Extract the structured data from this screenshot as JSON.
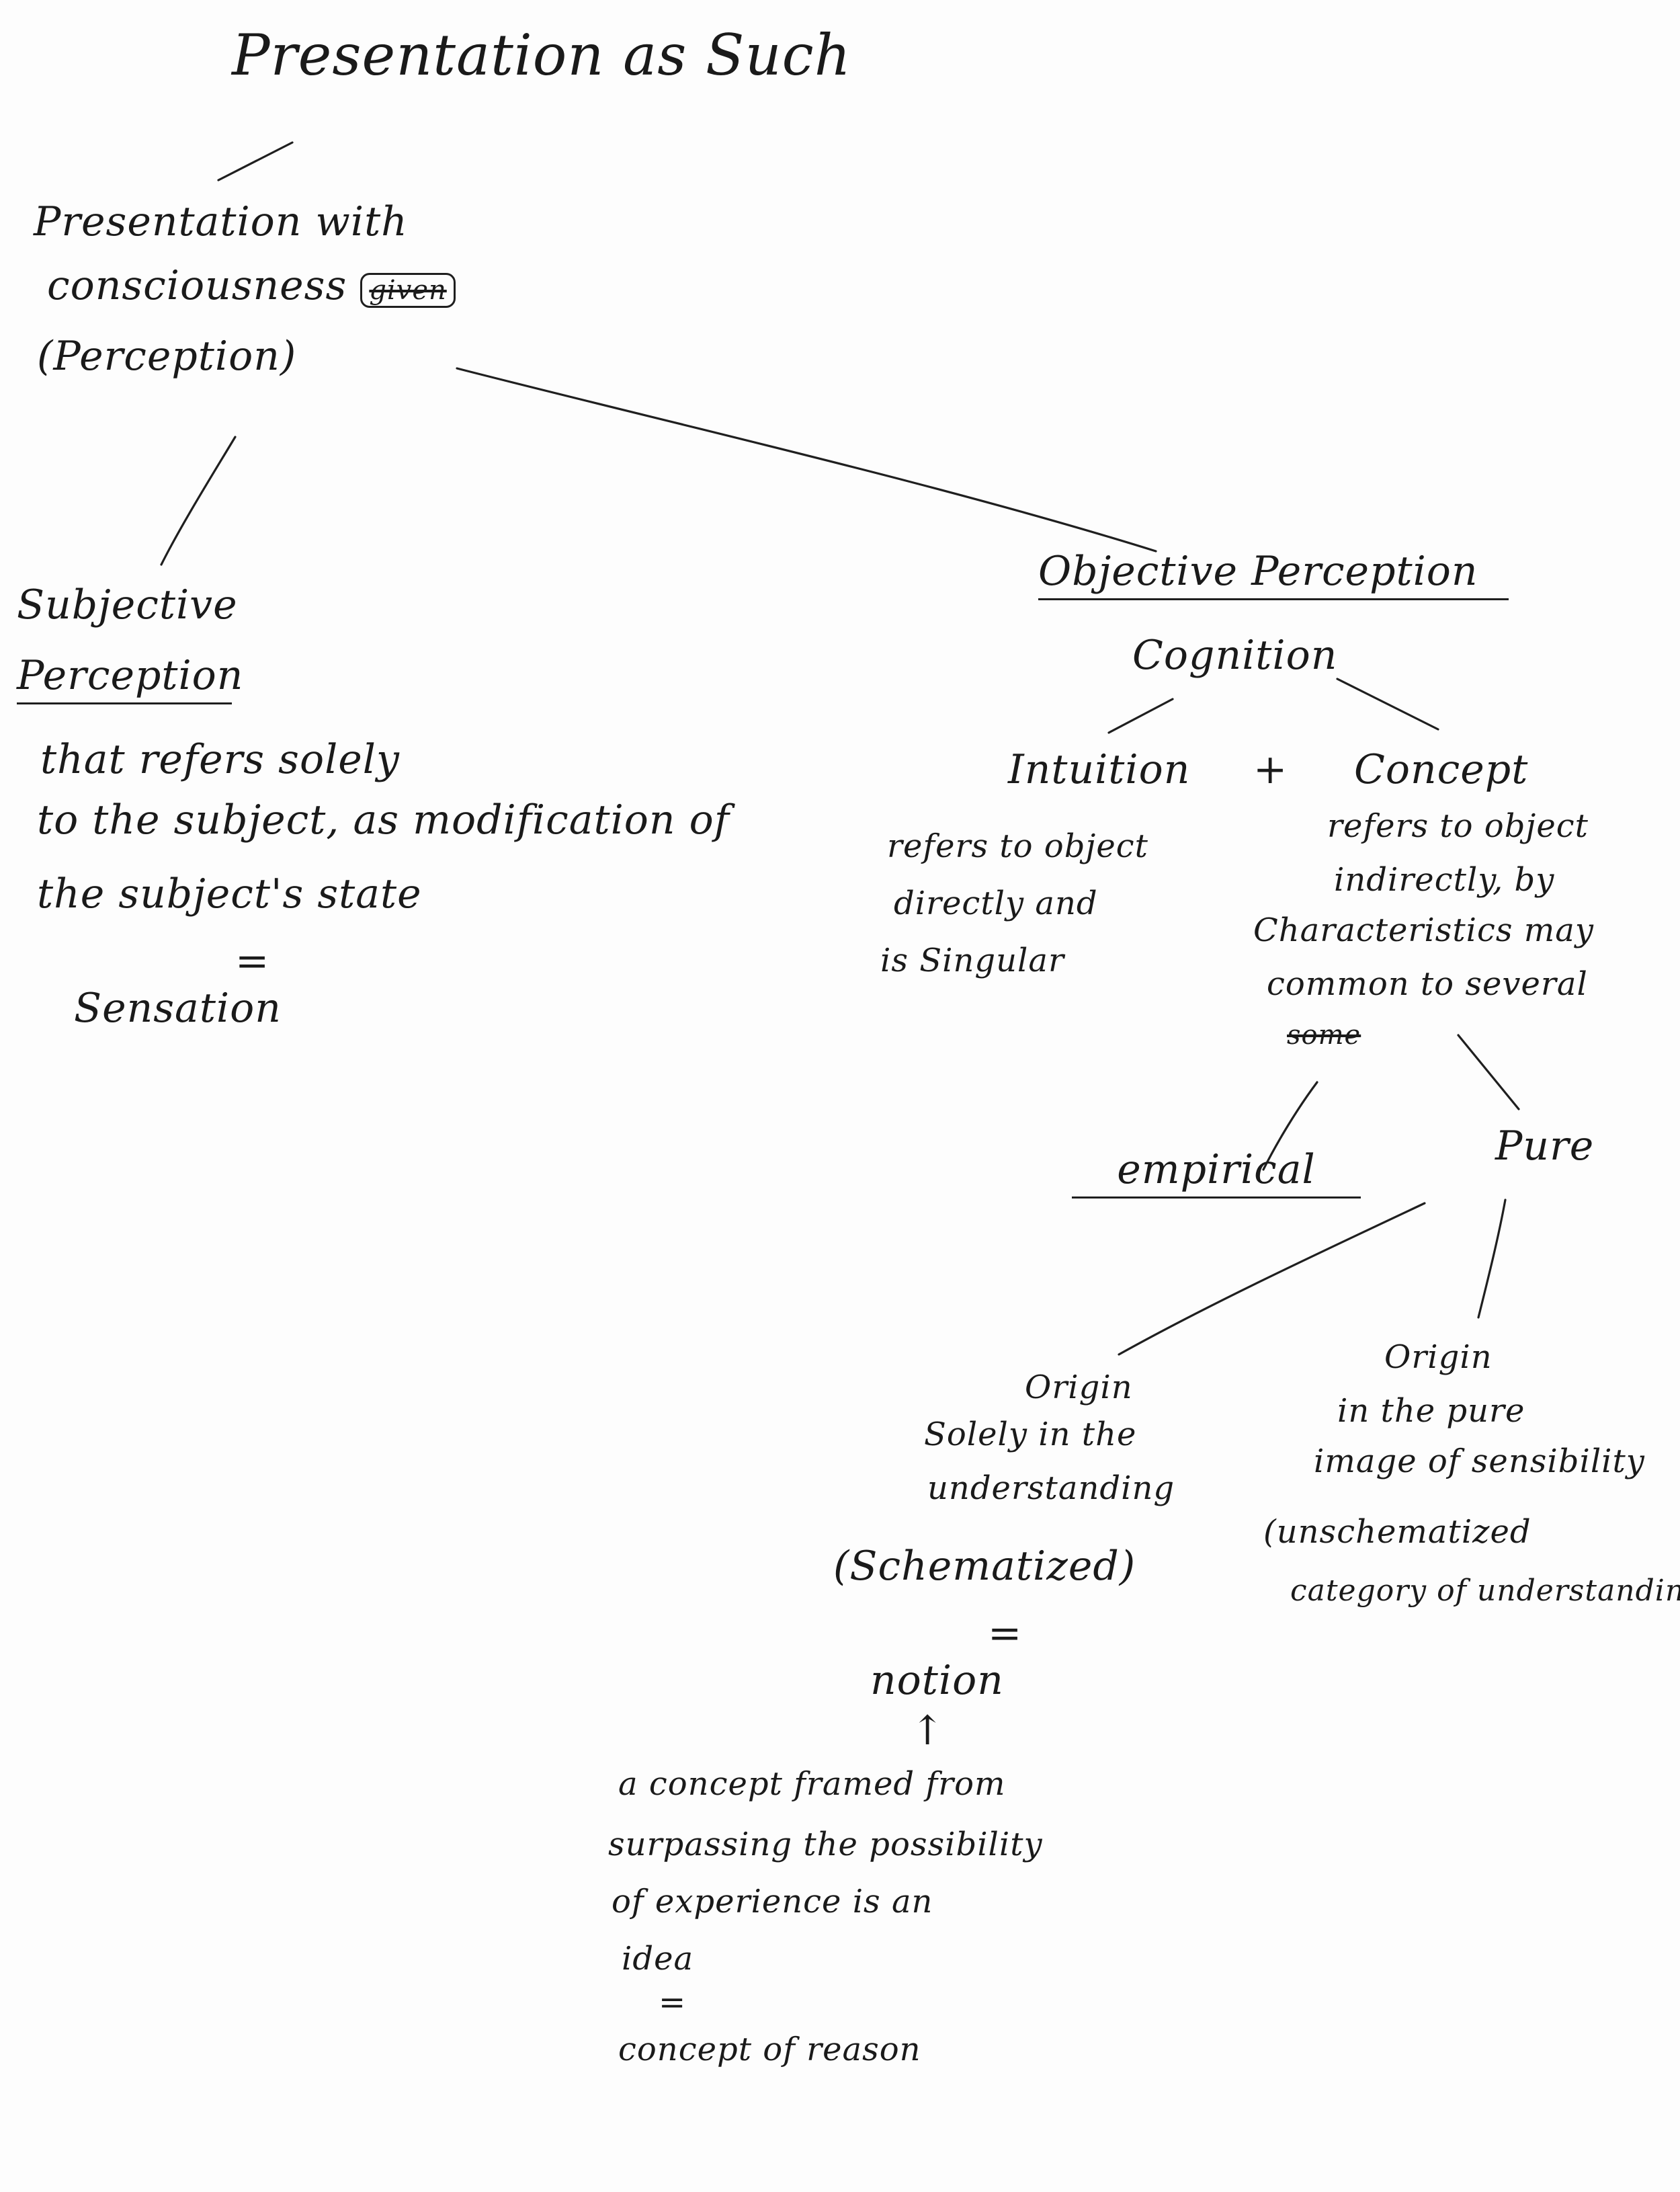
{
  "title": "Presentation as Such",
  "perception": {
    "line1": "Presentation with",
    "line2": "consciousness",
    "struck": "given",
    "line3": "(Perception)"
  },
  "subjective": {
    "heading1": "Subjective",
    "heading2": "Perception",
    "desc1": "that refers solely",
    "desc2": "to the subject, as modification of",
    "desc3": "the subject's state",
    "equals": "=",
    "result": "Sensation"
  },
  "objective": {
    "heading": "Objective Perception",
    "sub": "Cognition"
  },
  "intuition": {
    "label": "Intuition",
    "plus": "+",
    "desc1": "refers to object",
    "desc2": "directly and",
    "desc3": "is Singular"
  },
  "concept": {
    "label": "Concept",
    "desc1": "refers to object",
    "desc2": "indirectly, by",
    "desc3": "Characteristics may",
    "desc4": "common to several",
    "struck": "some"
  },
  "empirical": {
    "label": "empirical"
  },
  "pure": {
    "label": "Pure"
  },
  "understanding": {
    "line1": "Origin",
    "line2": "Solely in the",
    "line3": "understanding",
    "line4": "(Schematized)",
    "equals": "=",
    "result": "notion",
    "arrow": "↑"
  },
  "sensibility": {
    "line1": "Origin",
    "line2": "in the pure",
    "line3": "image of sensibility",
    "line4": "(unschematized",
    "line5": "category of understanding)"
  },
  "idea": {
    "line1": "a concept framed from",
    "line2": "surpassing the possibility",
    "line3": "of experience is an",
    "line4": "idea",
    "equals": "=",
    "line5": "concept of reason"
  }
}
